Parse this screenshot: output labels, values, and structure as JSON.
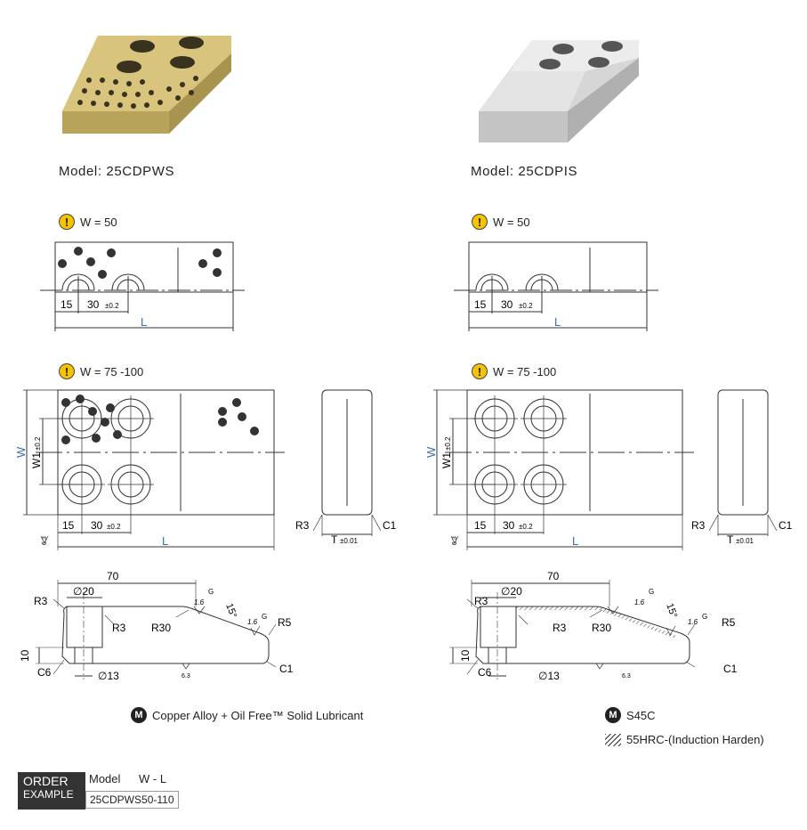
{
  "left": {
    "model_label": "Model: 25CDPWS",
    "w50_label": "W = 50",
    "w75_label": "W = 75 -100",
    "material": "Copper Alloy + Oil Free™ Solid Lubricant"
  },
  "right": {
    "model_label": "Model: 25CDPIS",
    "w50_label": "W = 50",
    "w75_label": "W = 75 -100",
    "material": "S45C",
    "hardening": "55HRC-(Induction Harden)"
  },
  "dims": {
    "d15": "15",
    "d30": "30",
    "tol02": "±0.2",
    "L": "L",
    "W": "W",
    "W1": "W1",
    "R3": "R3",
    "C1": "C1",
    "T": "T",
    "tol001": "±0.01",
    "rough63": "6.3",
    "d70": "70",
    "phi20": "∅20",
    "phi13": "∅13",
    "R30": "R30",
    "R5": "R5",
    "C6": "C6",
    "d10": "10",
    "angle": "15°",
    "rough16": "1.6",
    "G": "G"
  },
  "order": {
    "label_line1": "ORDER",
    "label_line2": "EXAMPLE",
    "model_header": "Model",
    "wl_header": "W - L",
    "example": "25CDPWS50-110"
  },
  "colors": {
    "bronze": "#c9b46a",
    "steel": "#d6d6d6",
    "dim_blue": "#3a6fb0",
    "warn_yellow": "#f5c400"
  }
}
